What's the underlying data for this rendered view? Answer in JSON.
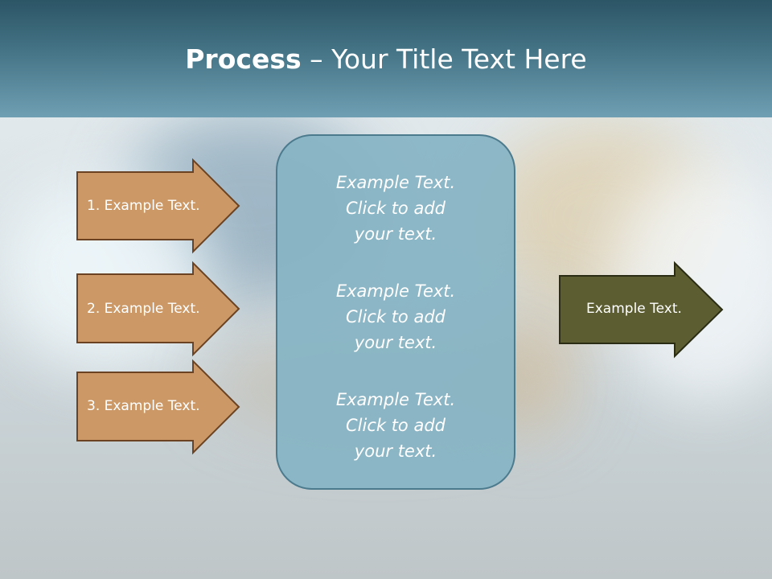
{
  "title": {
    "bold": "Process",
    "rest": " – Your Title Text Here"
  },
  "diagram": {
    "inputs": [
      {
        "label": "1. Example Text."
      },
      {
        "label": "2. Example Text."
      },
      {
        "label": "3. Example Text."
      }
    ],
    "center": [
      {
        "text": "Example Text.\nClick  to add\nyour text."
      },
      {
        "text": "Example Text.\nClick  to add\nyour text."
      },
      {
        "text": "Example Text.\nClick  to add\nyour text."
      }
    ],
    "output": {
      "label": "Example Text."
    }
  },
  "colors": {
    "header": "#457587",
    "input_arrow_fill": "#cc9966",
    "input_arrow_border": "#6b4322",
    "center_box_fill": "#87b4c4",
    "center_box_border": "#4d7b8e",
    "output_arrow_fill": "#5c5e31",
    "output_arrow_border": "#2a2c14"
  }
}
